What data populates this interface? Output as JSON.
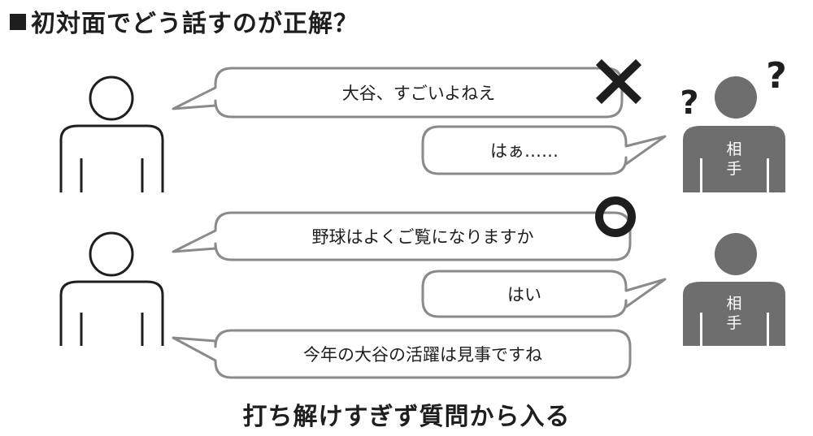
{
  "heading": "初対面でどう話すのが正解？",
  "bad_example": {
    "mark": "✕",
    "speaker_line": "大谷、すごいよねえ",
    "partner_reply": "はぁ……",
    "partner_label": "相手",
    "confusion_marks": [
      "?",
      "?"
    ]
  },
  "good_example": {
    "mark": "○",
    "speaker_question": "野球はよくご覧になりますか",
    "partner_reply": "はい",
    "speaker_followup": "今年の大谷の活躍は見事ですね",
    "partner_label": "相手"
  },
  "caption": "打ち解けすぎず質問から入る",
  "colors": {
    "ink": "#1e1e1e",
    "partner": "#6e6e6e",
    "bubble_border": "#8a8a8a",
    "bubble_fill": "#ffffff"
  }
}
